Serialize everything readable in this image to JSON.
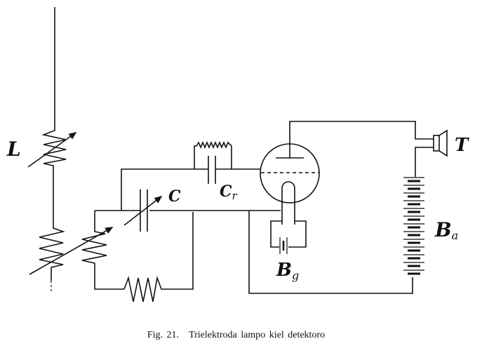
{
  "labels": {
    "L": "L",
    "C": "C",
    "Cr_main": "C",
    "Cr_sub": "r",
    "T": "T",
    "Ba_main": "B",
    "Ba_sub": "a",
    "Bg_main": "B",
    "Bg_sub": "g"
  },
  "caption": {
    "number": "Fig. 21.",
    "text": "Trielektroda lampo kiel detektoro"
  }
}
